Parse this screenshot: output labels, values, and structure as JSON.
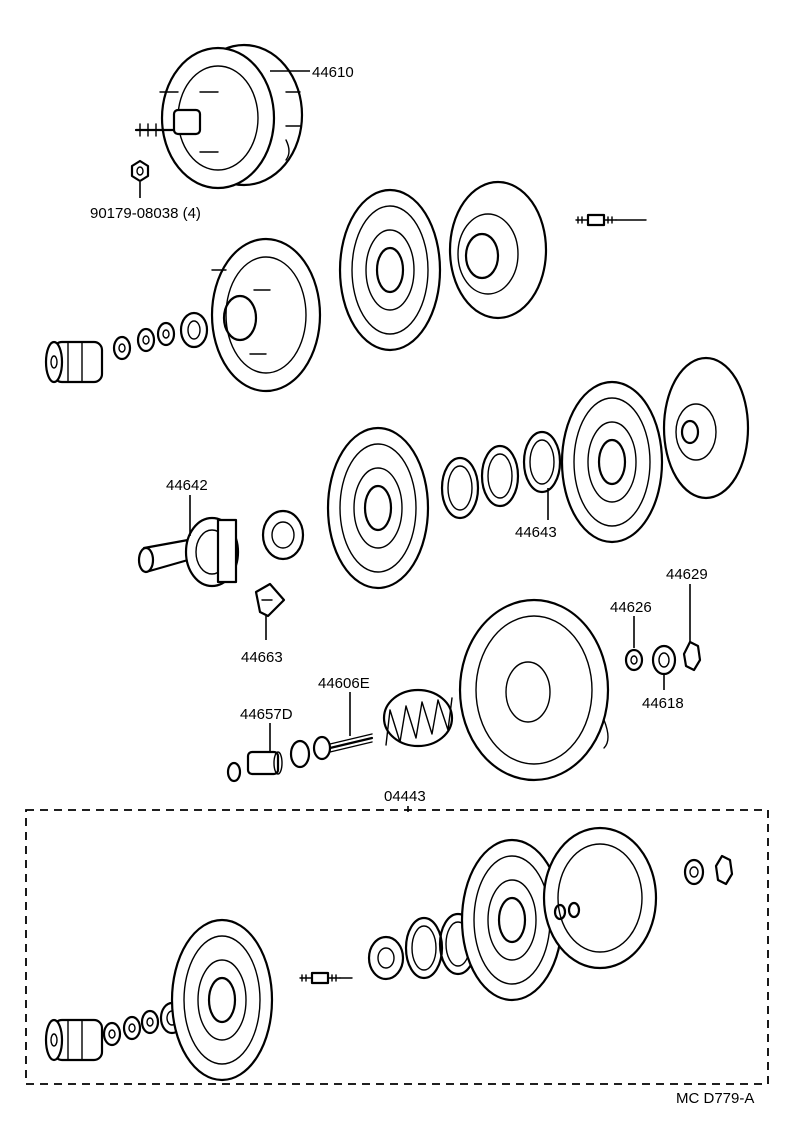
{
  "diagram": {
    "labels": {
      "booster_assembly": "44610",
      "nut": "90179-08038 (4)",
      "body": "44642",
      "diaphragm_ring": "44643",
      "plate_key": "44663",
      "push_rod": "44606E",
      "reaction_disc": "44657D",
      "seal": "44626",
      "boot": "44629",
      "retainer": "44618",
      "kit": "04443",
      "drawing_code": "MC  D779-A"
    }
  }
}
